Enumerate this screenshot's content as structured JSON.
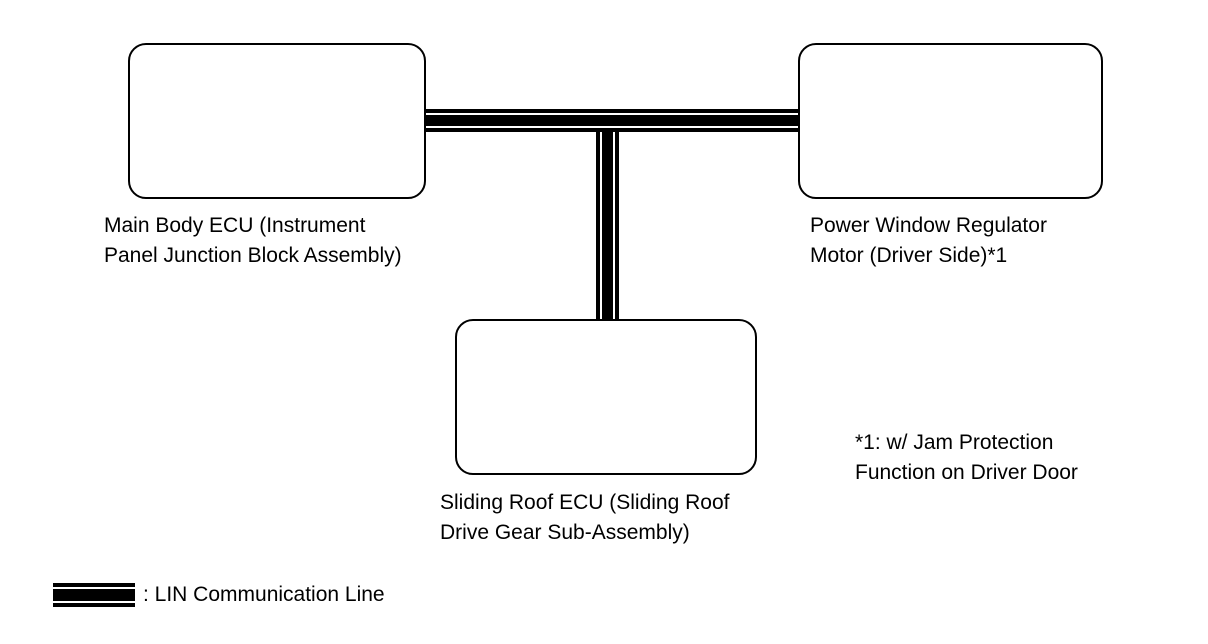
{
  "diagram": {
    "title": "LIN communication system diagram",
    "colors": {
      "background": "#ffffff",
      "line": "#000000",
      "text": "#000000"
    },
    "nodes": [
      {
        "id": "main-body-ecu",
        "label_lines": [
          "Main Body ECU (Instrument",
          "Panel Junction Block Assembly)"
        ]
      },
      {
        "id": "power-window-regulator-motor",
        "label_lines": [
          "Power Window Regulator",
          "Motor (Driver Side)*1"
        ]
      },
      {
        "id": "sliding-roof-ecu",
        "label_lines": [
          "Sliding Roof ECU (Sliding Roof",
          "Drive Gear Sub-Assembly)"
        ]
      }
    ],
    "connections": [
      {
        "from": "main-body-ecu",
        "to": "power-window-regulator-motor",
        "type": "LIN"
      },
      {
        "from": "lin-bus",
        "to": "sliding-roof-ecu",
        "type": "LIN"
      }
    ],
    "footnote": {
      "lines": [
        "*1: w/ Jam Protection",
        "Function on Driver Door"
      ]
    },
    "legend": {
      "swatch": "lin-line-swatch",
      "label": ": LIN Communication Line"
    }
  }
}
